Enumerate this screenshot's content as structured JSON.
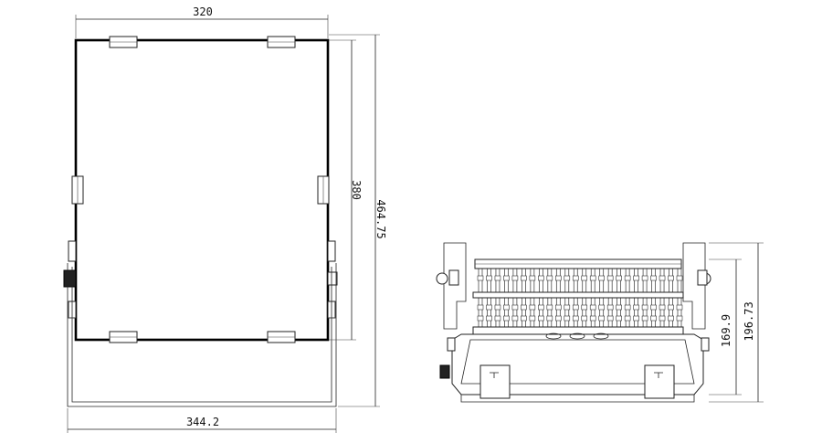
{
  "dimensions": {
    "front_width": "320",
    "front_height": "380",
    "total_height": "464.75",
    "bracket_width": "344.2",
    "side_height_a": "169.9",
    "side_height_b": "196.73"
  },
  "fin_count": 24
}
